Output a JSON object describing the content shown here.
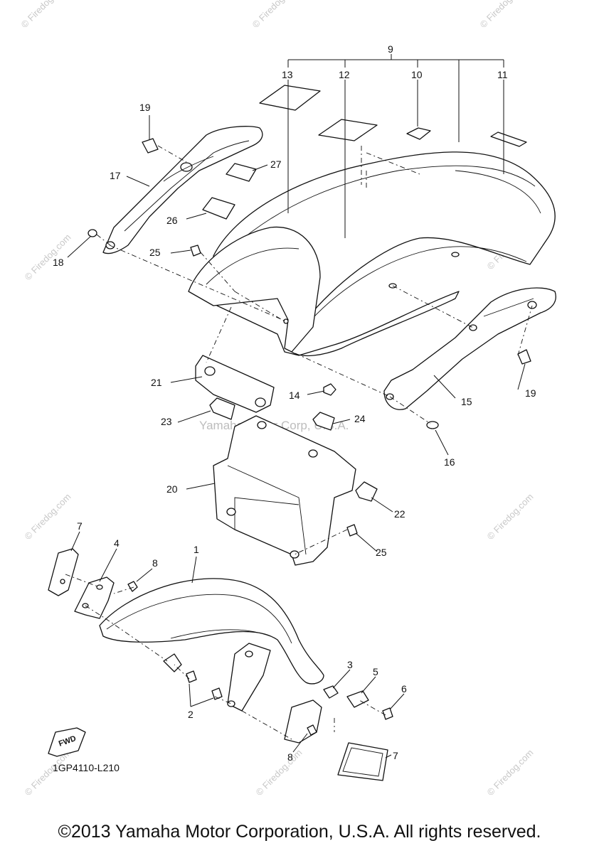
{
  "diagram": {
    "code": "1GP4110-L210",
    "fwd_label": "FWD",
    "watermark_center": "Yamaha Motor Corp, U.S.A.",
    "watermark_firedog": "© Firedog.com",
    "callouts": {
      "c1": "1",
      "c2": "2",
      "c3": "3",
      "c4": "4",
      "c5": "5",
      "c6": "6",
      "c7a": "7",
      "c7b": "7",
      "c8a": "8",
      "c8b": "8",
      "c9": "9",
      "c10": "10",
      "c11": "11",
      "c12": "12",
      "c13": "13",
      "c14": "14",
      "c15": "15",
      "c16": "16",
      "c17": "17",
      "c18": "18",
      "c19a": "19",
      "c19b": "19",
      "c20": "20",
      "c21": "21",
      "c22": "22",
      "c23": "23",
      "c24": "24",
      "c25a": "25",
      "c25b": "25",
      "c26": "26",
      "c27": "27"
    }
  },
  "footer": {
    "copyright": "©2013 Yamaha Motor Corporation, U.S.A. All rights reserved."
  }
}
